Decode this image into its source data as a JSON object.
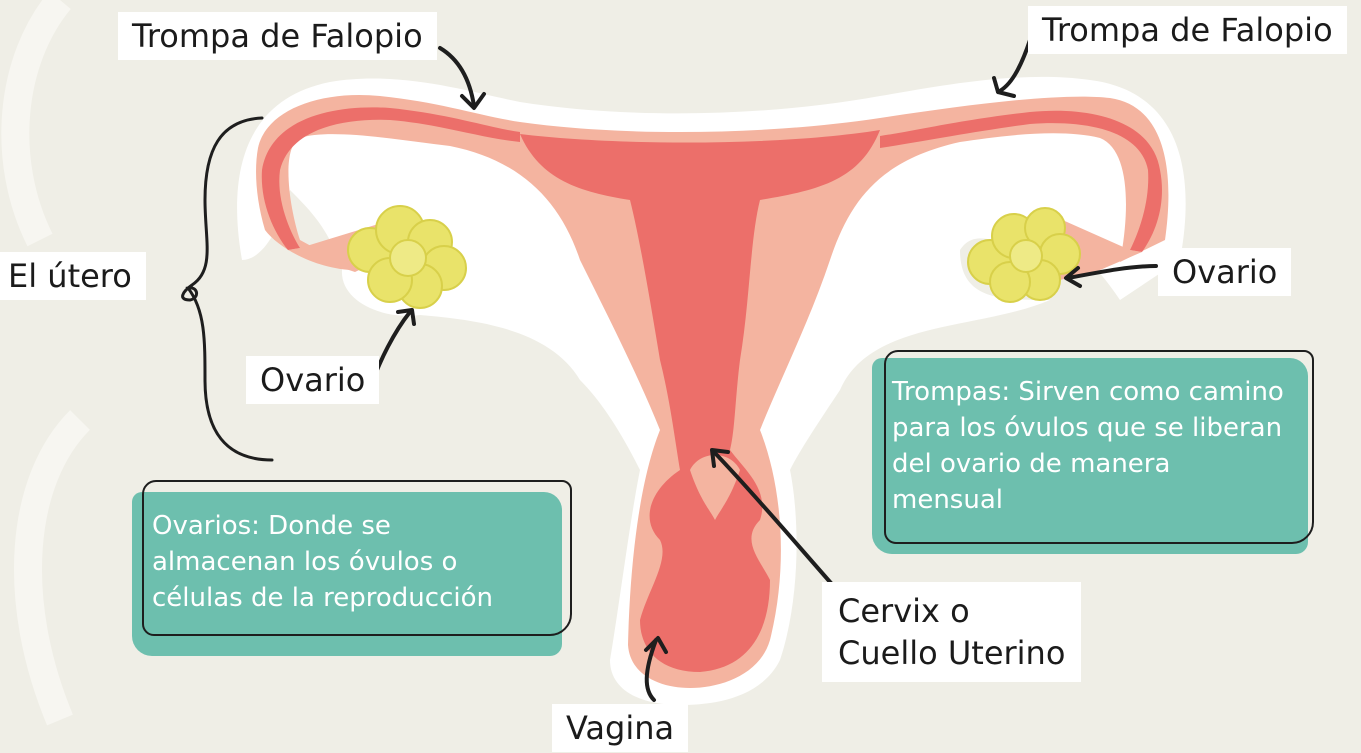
{
  "labels": {
    "fallopian_left": "Trompa de Falopio",
    "fallopian_right": "Trompa de Falopio",
    "uterus": "El útero",
    "ovary_left": "Ovario",
    "ovary_right": "Ovario",
    "cervix_line1": "Cervix o",
    "cervix_line2": "Cuello Uterino",
    "vagina": "Vagina"
  },
  "info_boxes": {
    "ovaries": "Ovarios: Donde se almacenan los óvulos o células de la reproducción",
    "tubes": "Trompas: Sirven como camino para los óvulos que se liberan del ovario de manera mensual"
  },
  "colors": {
    "background": "#efeee6",
    "tissue_light": "#f4b4a0",
    "tissue_dark": "#ec6f6a",
    "ovary": "#e9e36a",
    "info_box": "#6dbfae",
    "outline": "#1e1e1e"
  }
}
